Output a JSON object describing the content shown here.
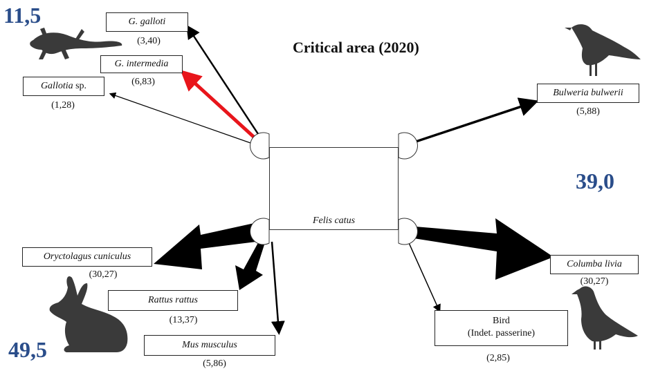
{
  "title": "Critical area (2020)",
  "totals": {
    "top_left": "11,5",
    "right": "39,0",
    "bottom_left": "49,5"
  },
  "predator": "Felis catus",
  "prey": {
    "g_galloti": {
      "label": "G. galloti",
      "value": "(3,40)"
    },
    "g_intermedia": {
      "label": "G. intermedia",
      "value": "(6,83)"
    },
    "gallotia_sp": {
      "label_italic": "Gallotia",
      "label_rest": " sp.",
      "value": "(1,28)"
    },
    "bulweria": {
      "label": "Bulweria bulwerii",
      "value": "(5,88)"
    },
    "oryctolagus": {
      "label": "Oryctolagus cuniculus",
      "value": "(30,27)"
    },
    "rattus": {
      "label": "Rattus rattus",
      "value": "(13,37)"
    },
    "mus": {
      "label": "Mus musculus",
      "value": "(5,86)"
    },
    "columba": {
      "label": "Columba livia",
      "value": "(30,27)"
    },
    "bird": {
      "line1": "Bird",
      "line2": "(Indet. passerine)",
      "value": "(2,85)"
    }
  },
  "colors": {
    "arrow": "#000000",
    "highlight": "#e8151b",
    "totals": "#2a4d8a",
    "silhouette": "#3a3a3a"
  },
  "icons": [
    "lizard-icon",
    "gull-icon",
    "cat-icon",
    "rabbit-icon",
    "pigeon-icon"
  ]
}
